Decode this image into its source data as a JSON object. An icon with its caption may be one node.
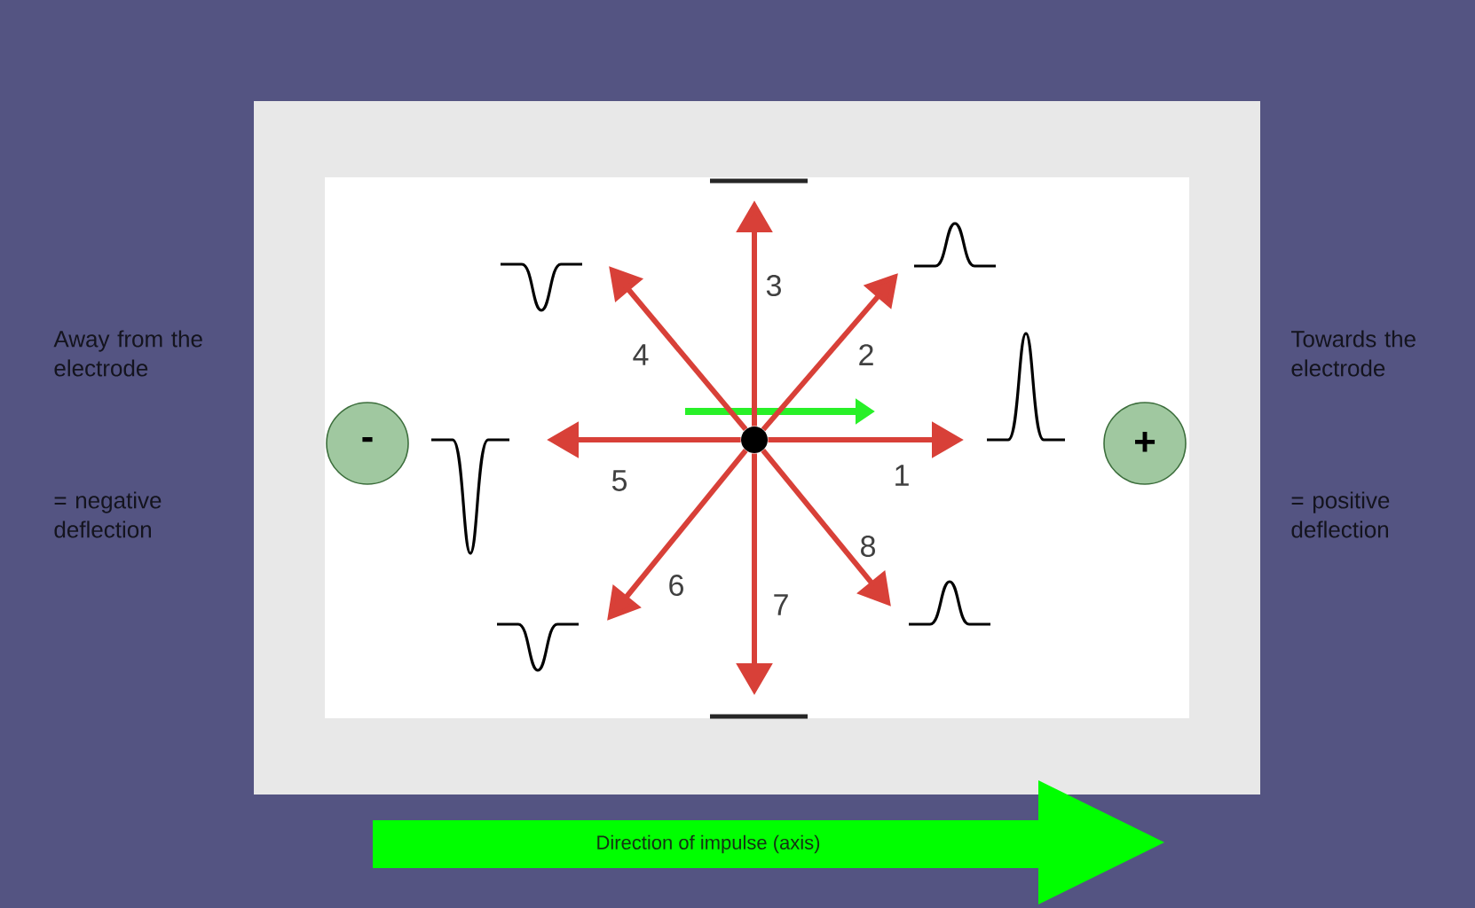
{
  "diagram": {
    "nodes": [
      {
        "text": [
          "-"
        ]
      },
      {
        "text": [
          "+"
        ]
      },
      {
        "text": [],
        "shape": "circle"
      },
      {
        "text": [
          "Direction of impulse (axis)"
        ]
      }
    ],
    "edges": [
      {
        "from": 2,
        "to": null,
        "arrow": "to",
        "label": "1"
      },
      {
        "from": 2,
        "to": null,
        "arrow": "to",
        "label": "2"
      },
      {
        "from": 2,
        "to": null,
        "arrow": "to",
        "label": "3"
      },
      {
        "from": 2,
        "to": null,
        "arrow": "to",
        "label": "4"
      },
      {
        "from": 2,
        "to": null,
        "arrow": "to",
        "label": "5"
      },
      {
        "from": 2,
        "to": null,
        "arrow": "to",
        "label": "6"
      },
      {
        "from": 2,
        "to": null,
        "arrow": "to",
        "label": "7"
      },
      {
        "from": 2,
        "to": null,
        "arrow": "to",
        "label": "8"
      }
    ],
    "labels": [
      "Away from the electrode",
      "= negative deflection",
      "Towards the electrode",
      "= positive deflection"
    ]
  }
}
